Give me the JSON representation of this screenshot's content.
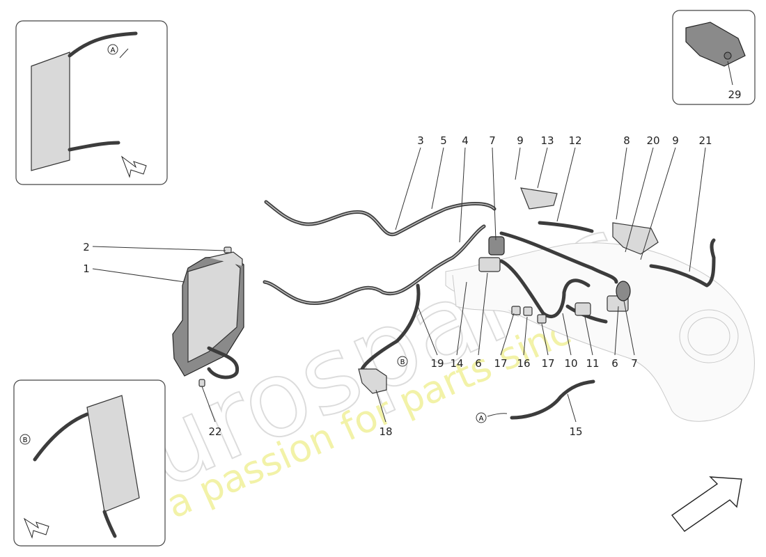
{
  "watermark": {
    "brand": "eurospares",
    "tagline": "a passion for parts since 1985"
  },
  "flow_markers": {
    "a": "A",
    "b": "B"
  },
  "callouts": [
    "1",
    "2",
    "3",
    "4",
    "5",
    "6",
    "6",
    "7",
    "7",
    "8",
    "9",
    "9",
    "10",
    "11",
    "12",
    "13",
    "14",
    "15",
    "16",
    "17",
    "17",
    "18",
    "19",
    "20",
    "21",
    "22",
    "29"
  ],
  "colors": {
    "line": "#333333",
    "hose": "#3c3c3c",
    "ghost": "#c9c9c9",
    "watermark": "#dcdcdc",
    "tagline": "#f2f2a8"
  }
}
